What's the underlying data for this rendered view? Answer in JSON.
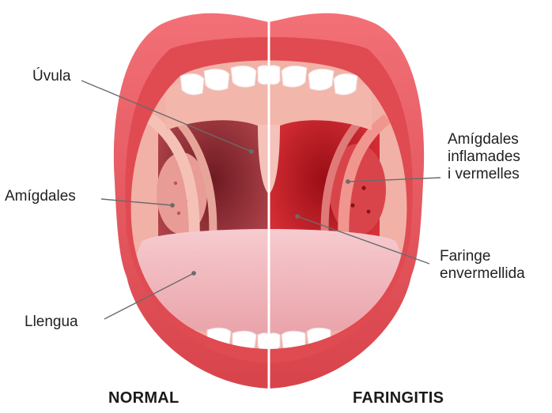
{
  "labels": {
    "uvula": "Úvula",
    "tonsils_normal": "Amígdales",
    "tongue": "Llengua",
    "tonsils_inflamed": "Amígdales\ninflamades\ni vermelles",
    "pharynx_reddened": "Faringe\nenvermellida"
  },
  "captions": {
    "left": "NORMAL",
    "right": "FARINGITIS"
  },
  "colors": {
    "lips": "#e8545a",
    "lips_dark": "#c8363d",
    "throat_normal": "#a8323a",
    "throat_inflamed": "#c21c24",
    "palate": "#f2b3a8",
    "tongue": "#f0b9bd",
    "teeth": "#ffffff",
    "divider": "#ffffff",
    "leader_line": "#6b6b6b"
  }
}
